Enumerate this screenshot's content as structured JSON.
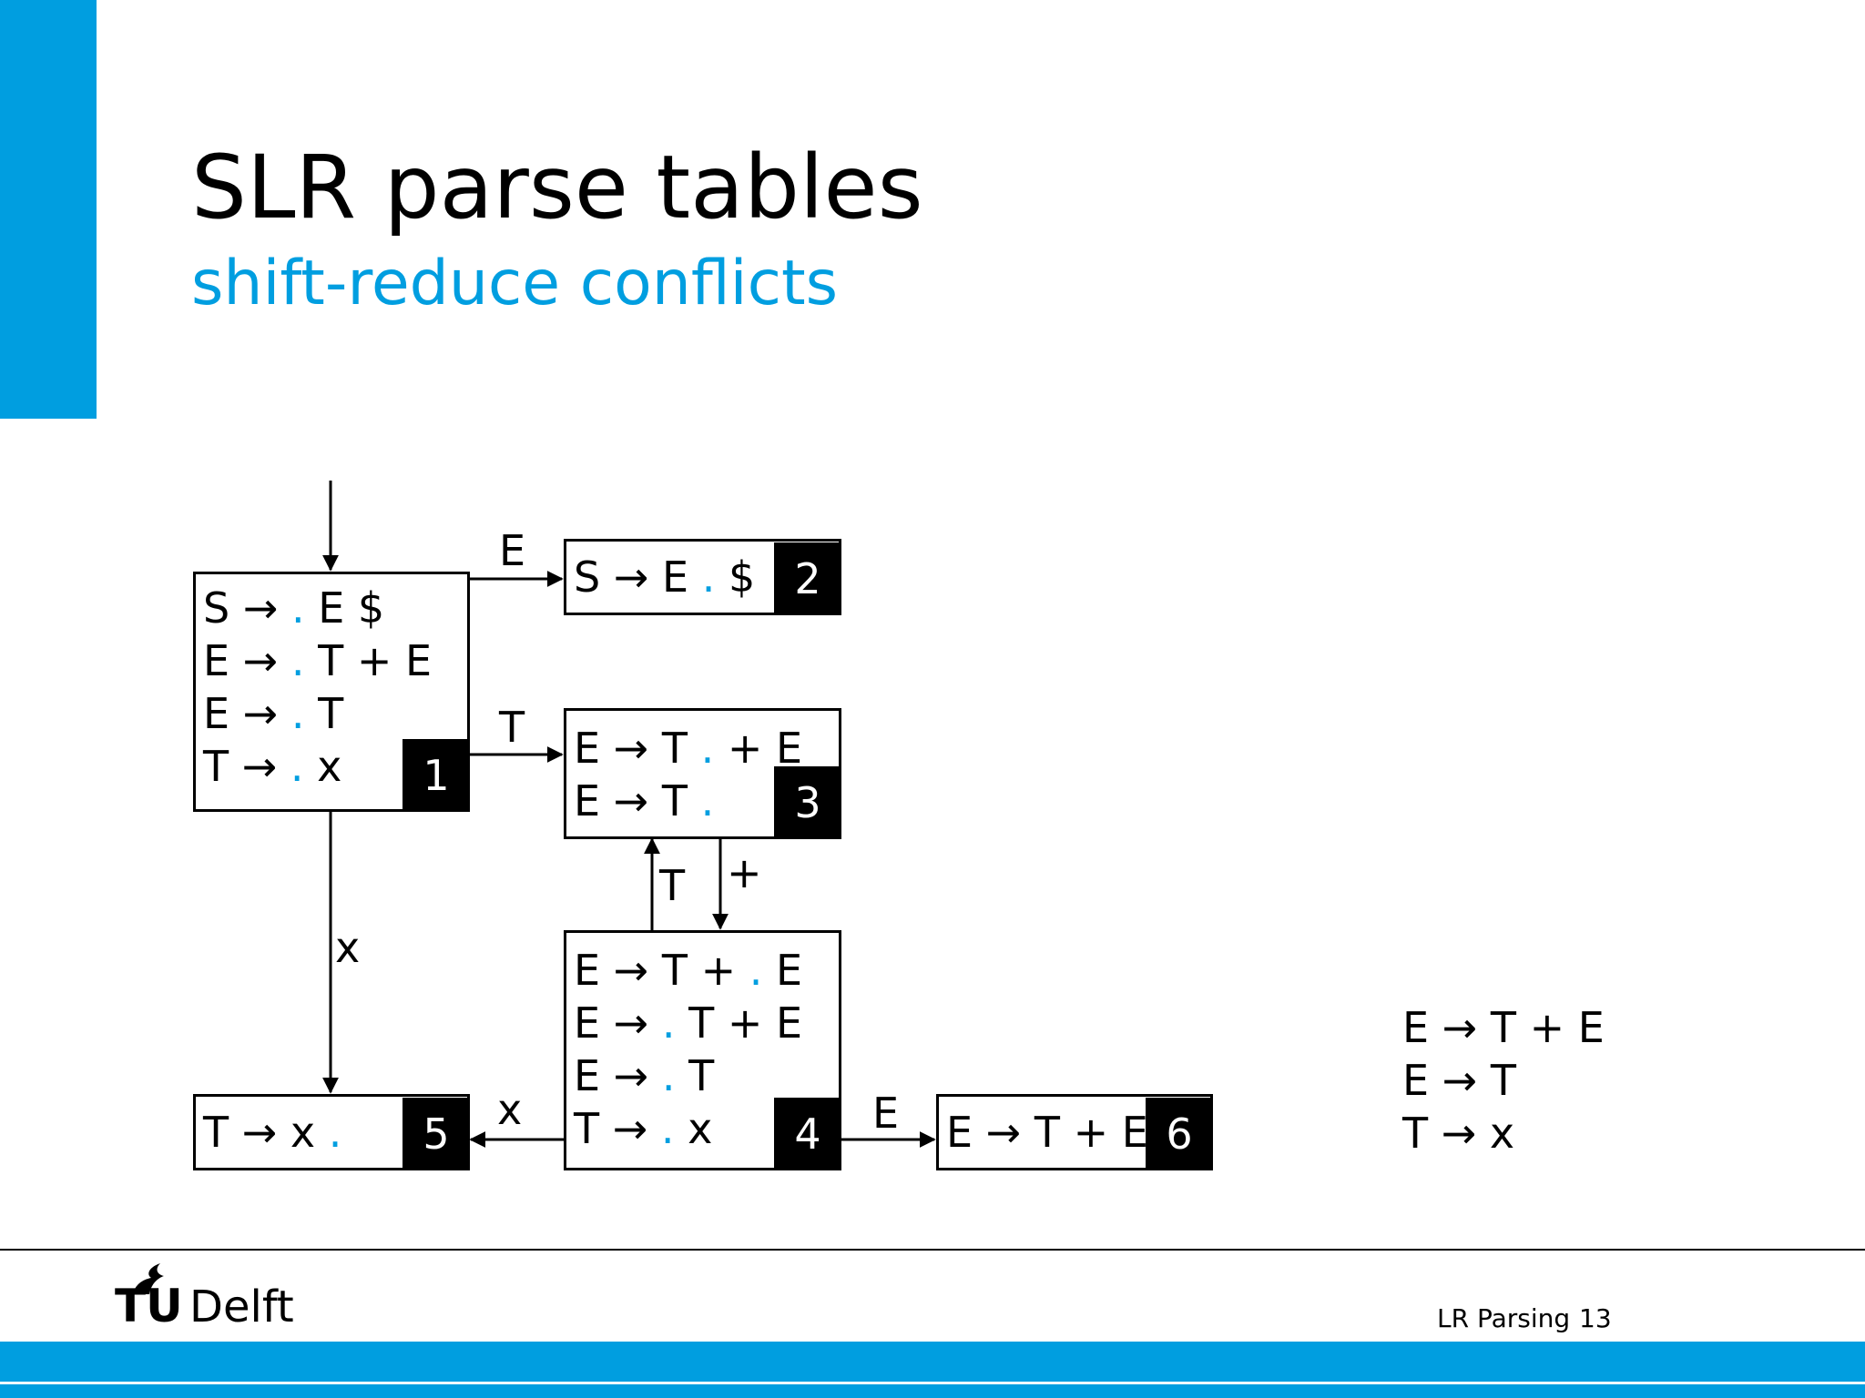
{
  "slide": {
    "title": "SLR parse tables",
    "subtitle": "shift-reduce conflicts",
    "accent_color": "#009ee0"
  },
  "states": {
    "s1": {
      "number": "1",
      "items": [
        {
          "lhs": "S →",
          "dot": ".",
          "rest": "E $"
        },
        {
          "lhs": "E →",
          "dot": ".",
          "rest": "T + E"
        },
        {
          "lhs": "E →",
          "dot": ".",
          "rest": "T"
        },
        {
          "lhs": "T →",
          "dot": ".",
          "rest": "x"
        }
      ]
    },
    "s2": {
      "number": "2",
      "items": [
        {
          "before": "S → E",
          "dot": ".",
          "after": "$"
        }
      ]
    },
    "s3": {
      "number": "3",
      "items": [
        {
          "before": "E → T",
          "dot": ".",
          "after": "+ E"
        },
        {
          "before": "E → T",
          "dot": ".",
          "after": ""
        }
      ]
    },
    "s4": {
      "number": "4",
      "items": [
        {
          "before": "E → T +",
          "dot": ".",
          "after": "E"
        },
        {
          "before": "E →",
          "dot": ".",
          "after": "T + E"
        },
        {
          "before": "E →",
          "dot": ".",
          "after": "T"
        },
        {
          "before": "T →",
          "dot": ".",
          "after": "x"
        }
      ]
    },
    "s5": {
      "number": "5",
      "items": [
        {
          "before": "T → x",
          "dot": ".",
          "after": ""
        }
      ]
    },
    "s6": {
      "number": "6",
      "items": [
        {
          "before": "E → T + E",
          "dot": "",
          "after": ""
        }
      ]
    }
  },
  "transitions": {
    "t1_2": "E",
    "t1_3": "T",
    "t1_5": "x",
    "t4_3": "T",
    "t3_4": "+",
    "t4_5": "x",
    "t4_6": "E"
  },
  "grammar": [
    "E → T + E",
    "E → T",
    "T → x"
  ],
  "footer": {
    "logo_tu": "TU",
    "logo_delft": "Delft",
    "course": "LR Parsing",
    "page": "13"
  }
}
